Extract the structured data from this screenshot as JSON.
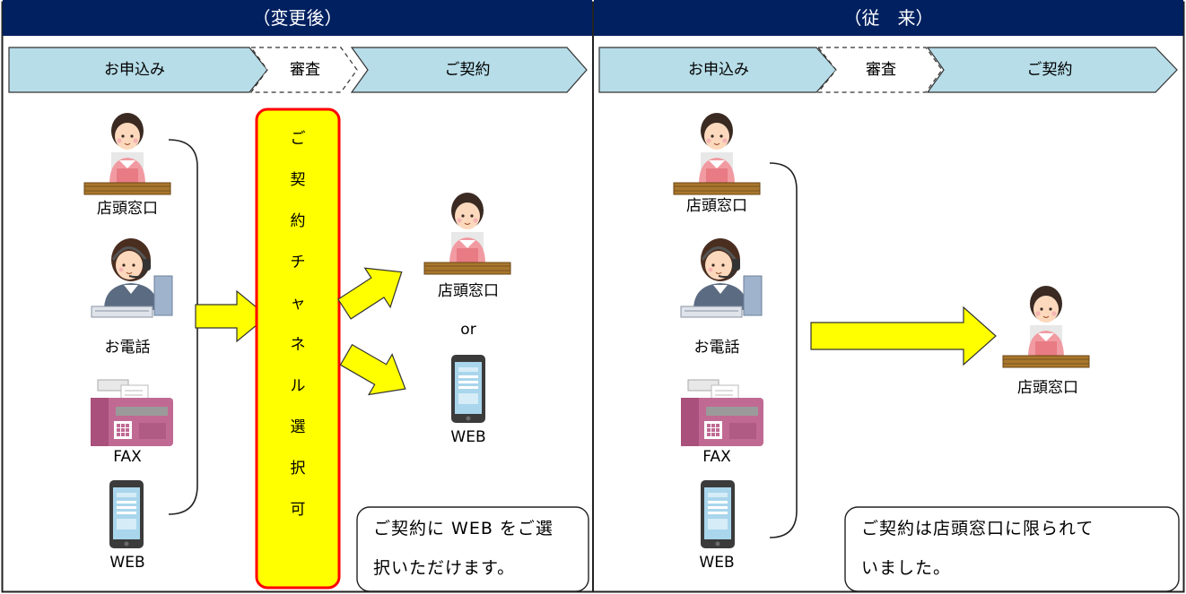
{
  "left": {
    "header": "（変更後）",
    "stages": {
      "apply": "お申込み",
      "review": "審査",
      "contract": "ご契約"
    },
    "channels": {
      "store": "店頭窓口",
      "phone": "お電話",
      "fax": "FAX",
      "web": "WEB"
    },
    "choice_chars": [
      "ご",
      "契",
      "約",
      "チ",
      "ャ",
      "ネ",
      "ル",
      "選",
      "択",
      "可"
    ],
    "result": {
      "store": "店頭窓口",
      "or": "or",
      "web": "WEB"
    },
    "note": [
      "ご契約に WEB をご選",
      "択いただけます。"
    ]
  },
  "right": {
    "header": "（従　来）",
    "stages": {
      "apply": "お申込み",
      "review": "審査",
      "contract": "ご契約"
    },
    "channels": {
      "store": "店頭窓口",
      "phone": "お電話",
      "fax": "FAX",
      "web": "WEB"
    },
    "result": {
      "store": "店頭窓口"
    },
    "note": [
      "ご契約は店頭窓口に限られて",
      "いました。"
    ]
  },
  "colors": {
    "header_bg": "#002060",
    "stage_fill": "#b7dde8",
    "arrow_fill": "#ffff00",
    "choice_border": "#ff0000"
  },
  "icons": [
    "receptionist-icon",
    "call-center-operator-icon",
    "fax-machine-icon",
    "smartphone-icon"
  ]
}
